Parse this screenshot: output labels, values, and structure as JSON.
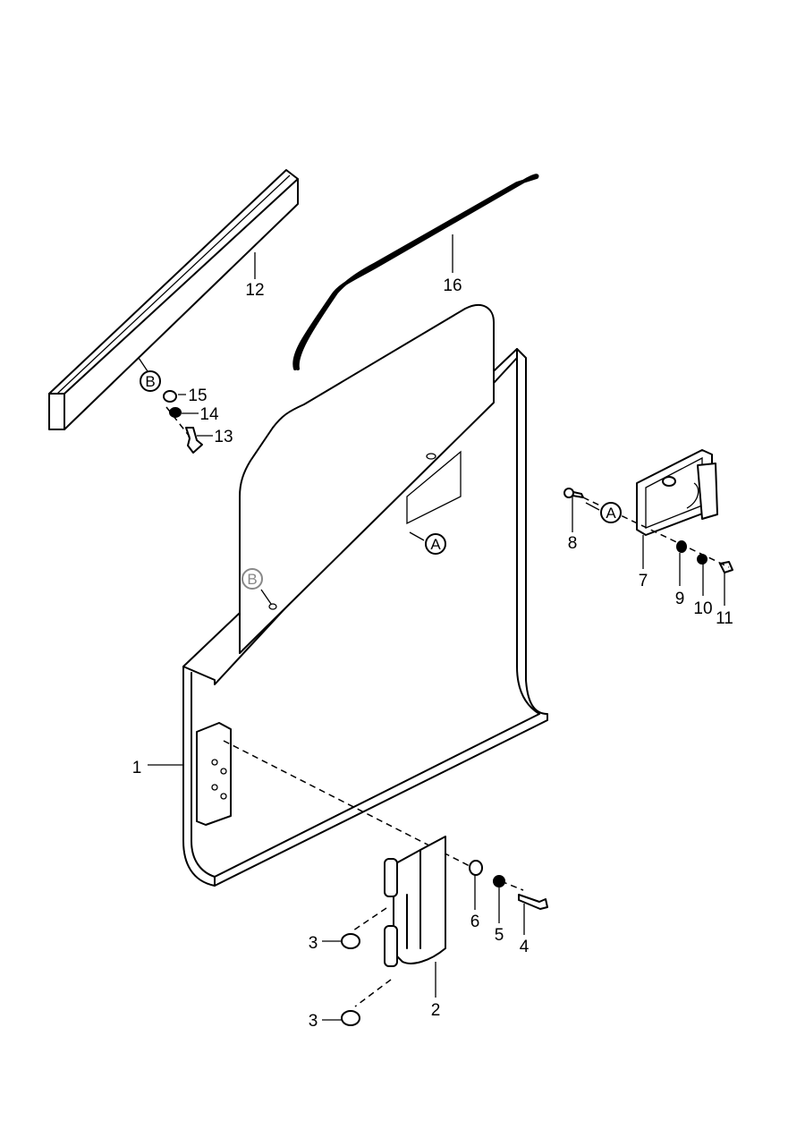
{
  "diagram": {
    "title": "Door panel exploded parts view",
    "part_labels": {
      "p1": "1",
      "p2": "2",
      "p3a": "3",
      "p3b": "3",
      "p4": "4",
      "p5": "5",
      "p6": "6",
      "p7": "7",
      "p8": "8",
      "p9": "9",
      "p10": "10",
      "p11": "11",
      "p12": "12",
      "p13": "13",
      "p14": "14",
      "p15": "15",
      "p16": "16"
    },
    "callouts": {
      "a_panel": "A",
      "a_latch": "A",
      "b_strip": "B",
      "b_panel": "B"
    }
  }
}
